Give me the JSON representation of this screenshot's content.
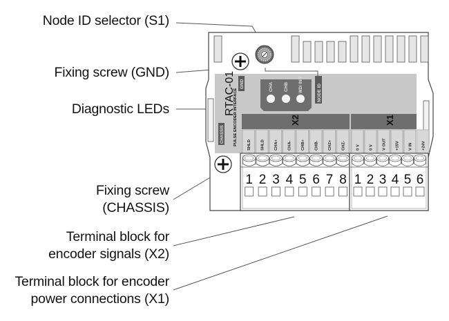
{
  "callouts": {
    "node_id_selector": "Node ID selector (S1)",
    "fixing_screw_gnd": "Fixing screw (GND)",
    "diagnostic_leds": "Diagnostic LEDs",
    "fixing_screw_chassis_line1": "Fixing screw",
    "fixing_screw_chassis_line2": "(CHASSIS)",
    "terminal_x2_line1": "Terminal block for",
    "terminal_x2_line2": "encoder signals (X2)",
    "terminal_x1_line1": "Terminal block for encoder",
    "terminal_x1_line2": "power connections (X1)"
  },
  "module": {
    "model": "RTAC-01",
    "subtitle": "PULSE ENCODER INTERFACE",
    "gnd_tag": "GND",
    "chassis_tag": "CHASSIS",
    "node_id_tag": "NODE ID",
    "leds": [
      "CHA",
      "CHB",
      "WD/ INIT"
    ],
    "x2": {
      "header": "X2",
      "pins": [
        "SHLD",
        "SHLD",
        "CHA+",
        "CHA-",
        "CHB+",
        "CHB-",
        "CHZ+",
        "CHZ-"
      ],
      "numbers": [
        "1",
        "2",
        "3",
        "4",
        "5",
        "6",
        "7",
        "8"
      ]
    },
    "x1": {
      "header": "X1",
      "pins": [
        "0 V",
        "0 V",
        "V OUT",
        "+15V",
        "V IN",
        "+24V"
      ],
      "numbers": [
        "1",
        "2",
        "3",
        "4",
        "5",
        "6"
      ]
    }
  },
  "colors": {
    "panel_gray": "#c8c8c8",
    "header_dark": "#6e6e6e",
    "tag_dark": "#5a5a5a",
    "outline": "#444444"
  }
}
